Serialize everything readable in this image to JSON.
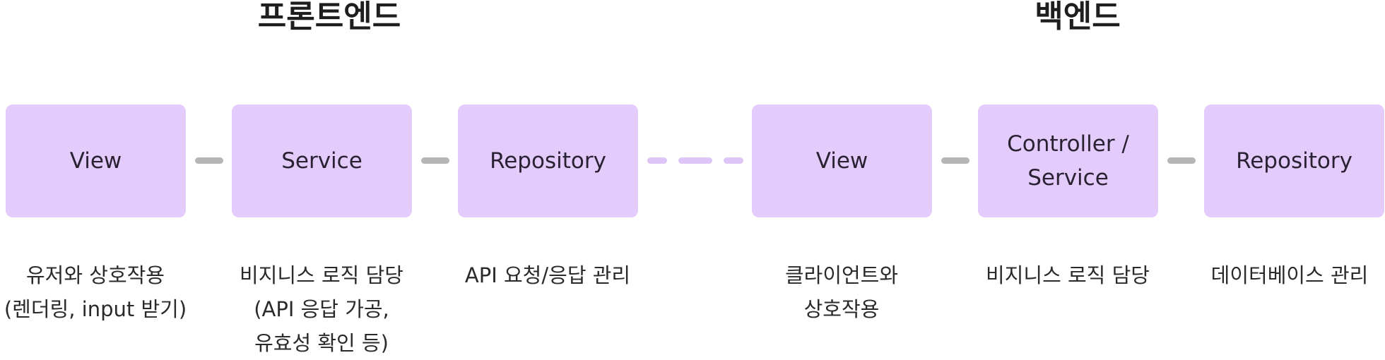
{
  "sections": {
    "frontend_title": "프론트엔드",
    "backend_title": "백엔드"
  },
  "frontend": {
    "boxes": [
      {
        "label": "View",
        "description": "유저와 상호작용\n(렌더링, input 받기)"
      },
      {
        "label": "Service",
        "description": "비지니스 로직 담당\n(API 응답 가공,\n유효성 확인 등)"
      },
      {
        "label": "Repository",
        "description": "API 요청/응답 관리"
      }
    ]
  },
  "backend": {
    "boxes": [
      {
        "label": "View",
        "description": "클라이언트와\n상호작용"
      },
      {
        "label": "Controller /\nService",
        "description": "비지니스 로직 담당"
      },
      {
        "label": "Repository",
        "description": "데이터베이스 관리"
      }
    ]
  },
  "colors": {
    "box_fill": "#e3cbfb",
    "solid_connector": "#b5b5b5",
    "dashed_connector": "#ddc5f7",
    "title_text": "#1e1e1e"
  }
}
